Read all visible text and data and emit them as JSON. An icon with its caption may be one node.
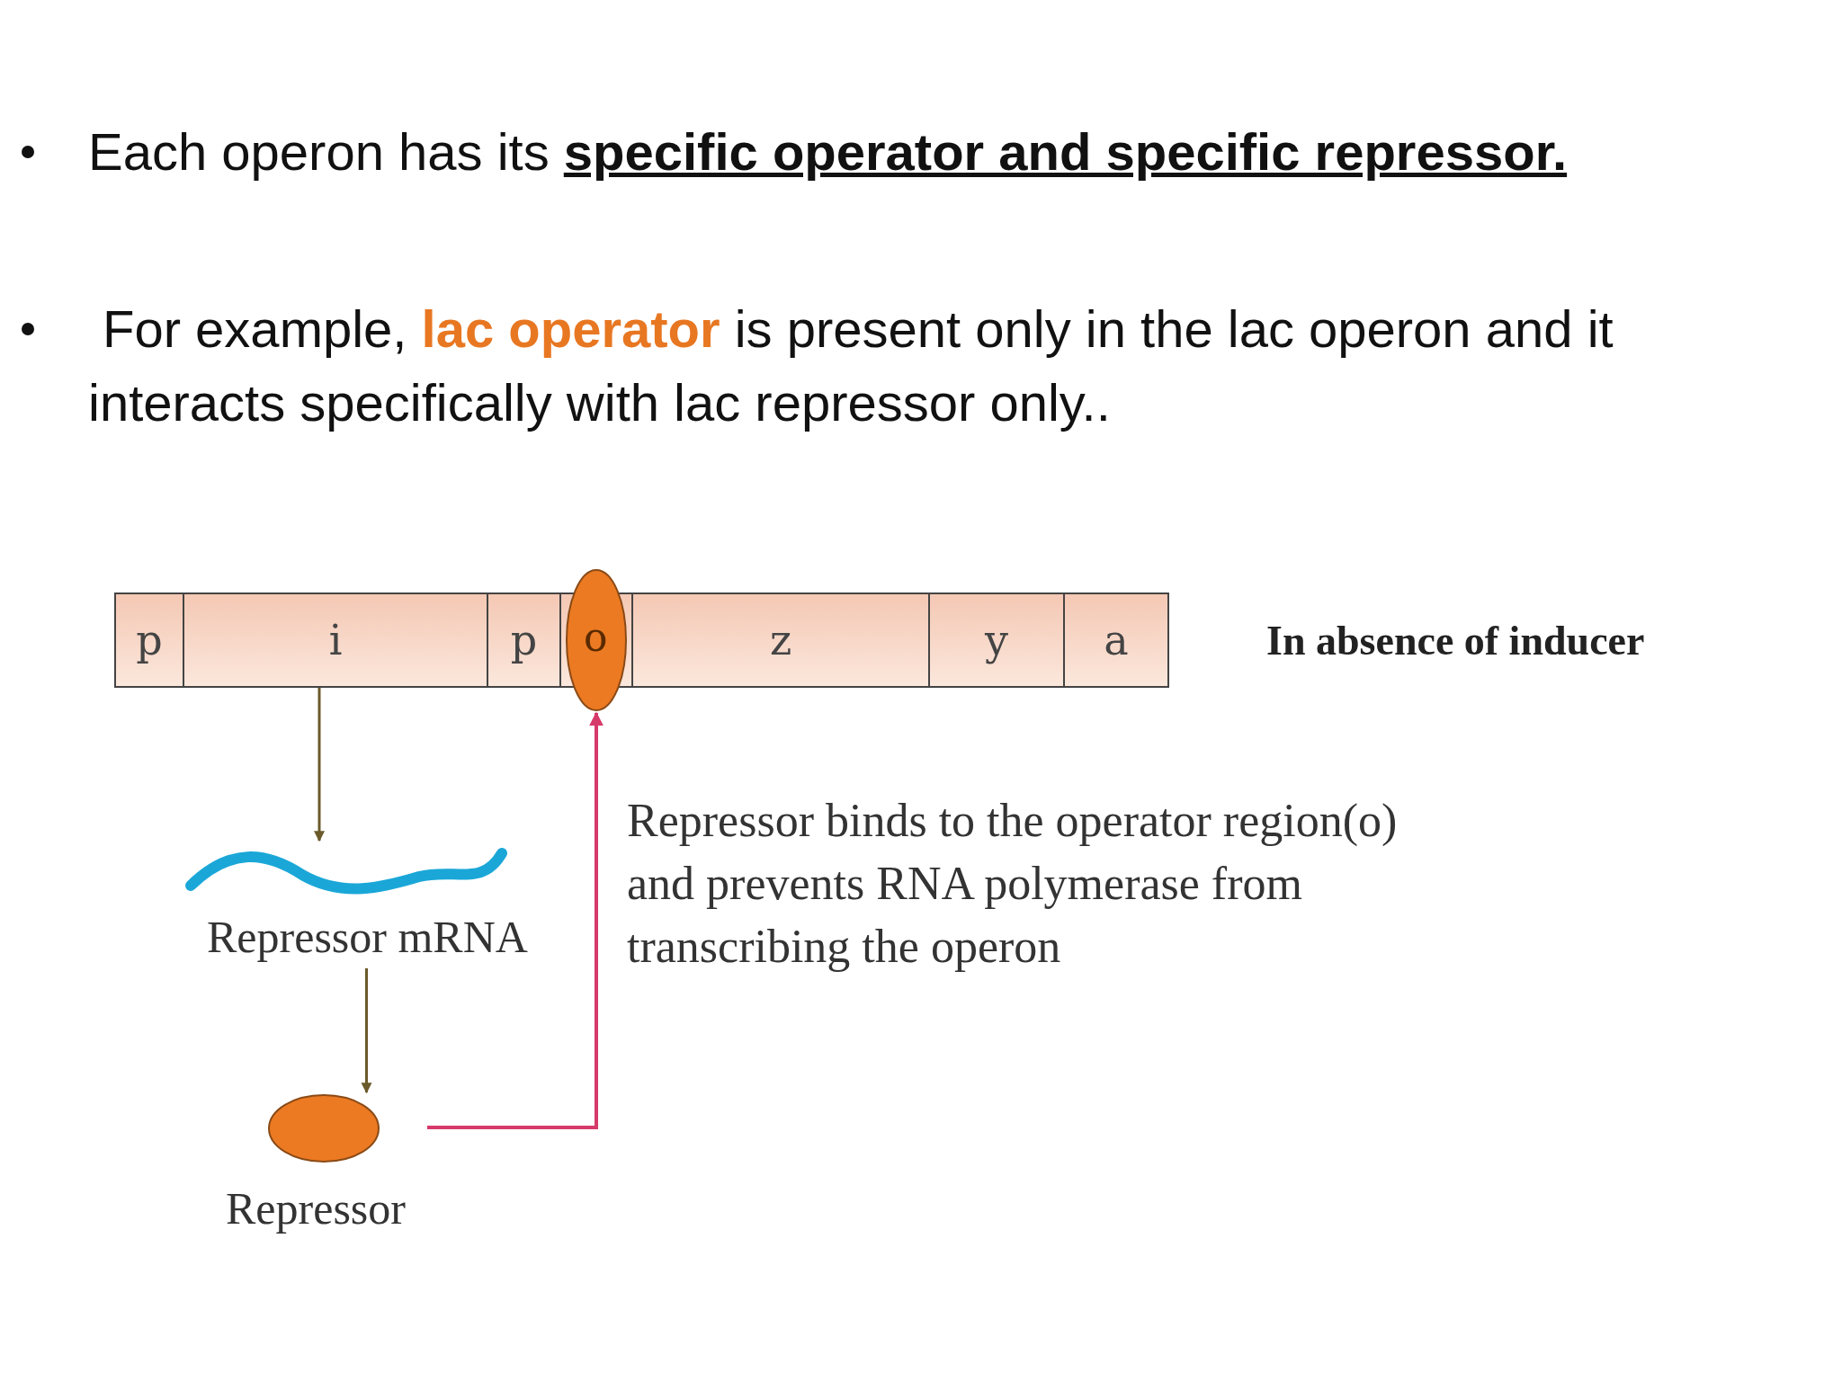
{
  "diagram": {
    "nodes": [
      {
        "text": [
          "p"
        ]
      },
      {
        "text": [
          "i"
        ]
      },
      {
        "text": [
          "p"
        ]
      },
      {
        "text": [
          "o"
        ]
      },
      {
        "text": [
          "z"
        ]
      },
      {
        "text": [
          "y"
        ]
      },
      {
        "text": [
          "a"
        ]
      },
      {
        "text": [
          "Repressor mRNA"
        ]
      },
      {
        "text": [
          "Repressor"
        ]
      }
    ],
    "edges": [
      {
        "from": 1,
        "to": 7,
        "arrow": "to"
      },
      {
        "from": 7,
        "to": 8,
        "arrow": "to"
      },
      {
        "from": 8,
        "to": 3,
        "arrow": "to",
        "color": "#d63a6a"
      }
    ],
    "labels": [
      "Each operon has its **specific operator and specific repressor.**",
      "For example, **lac operator** is present only in the lac operon and it interacts specifically with lac repressor only..",
      "In absence of inducer",
      "Repressor binds to the operator region(o) and prevents RNA polymerase from transcribing the operon"
    ]
  }
}
